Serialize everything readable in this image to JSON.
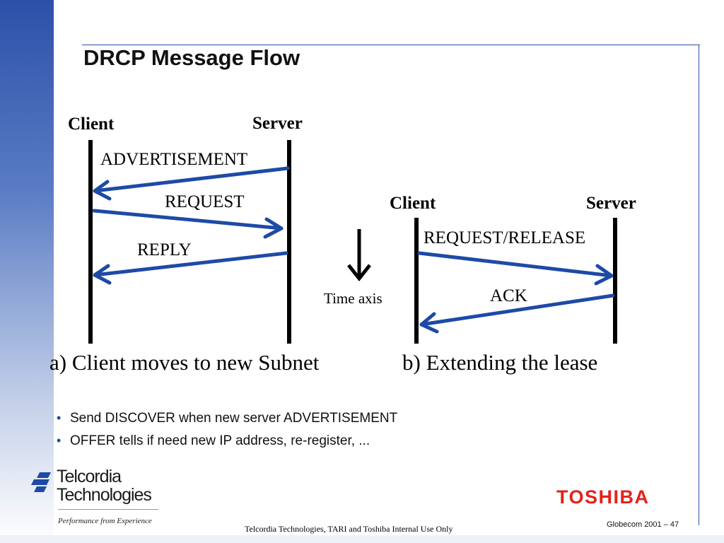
{
  "slide": {
    "title": "DRCP Message Flow",
    "accent_color": "#2c50a8",
    "arrow_color": "#1d4aa6"
  },
  "diagram_a": {
    "client_label": "Client",
    "server_label": "Server",
    "messages": [
      "ADVERTISEMENT",
      "REQUEST",
      "REPLY"
    ],
    "caption": "a) Client moves to new Subnet"
  },
  "time_axis": {
    "label": "Time axis"
  },
  "diagram_b": {
    "client_label": "Client",
    "server_label": "Server",
    "messages": [
      "REQUEST/RELEASE",
      "ACK"
    ],
    "caption": "b) Extending the lease"
  },
  "bullets": [
    "Send DISCOVER when new server ADVERTISEMENT",
    "OFFER tells if need new IP address, re-register, ..."
  ],
  "logos": {
    "telcordia_line1": "Telcordia",
    "telcordia_line2": "Technologies",
    "telcordia_tagline": "Performance from Experience",
    "toshiba": "TOSHIBA"
  },
  "footer": {
    "center": "Telcordia Technologies, TARI and Toshiba  Internal Use Only",
    "right": "Globecom 2001 – 47"
  }
}
